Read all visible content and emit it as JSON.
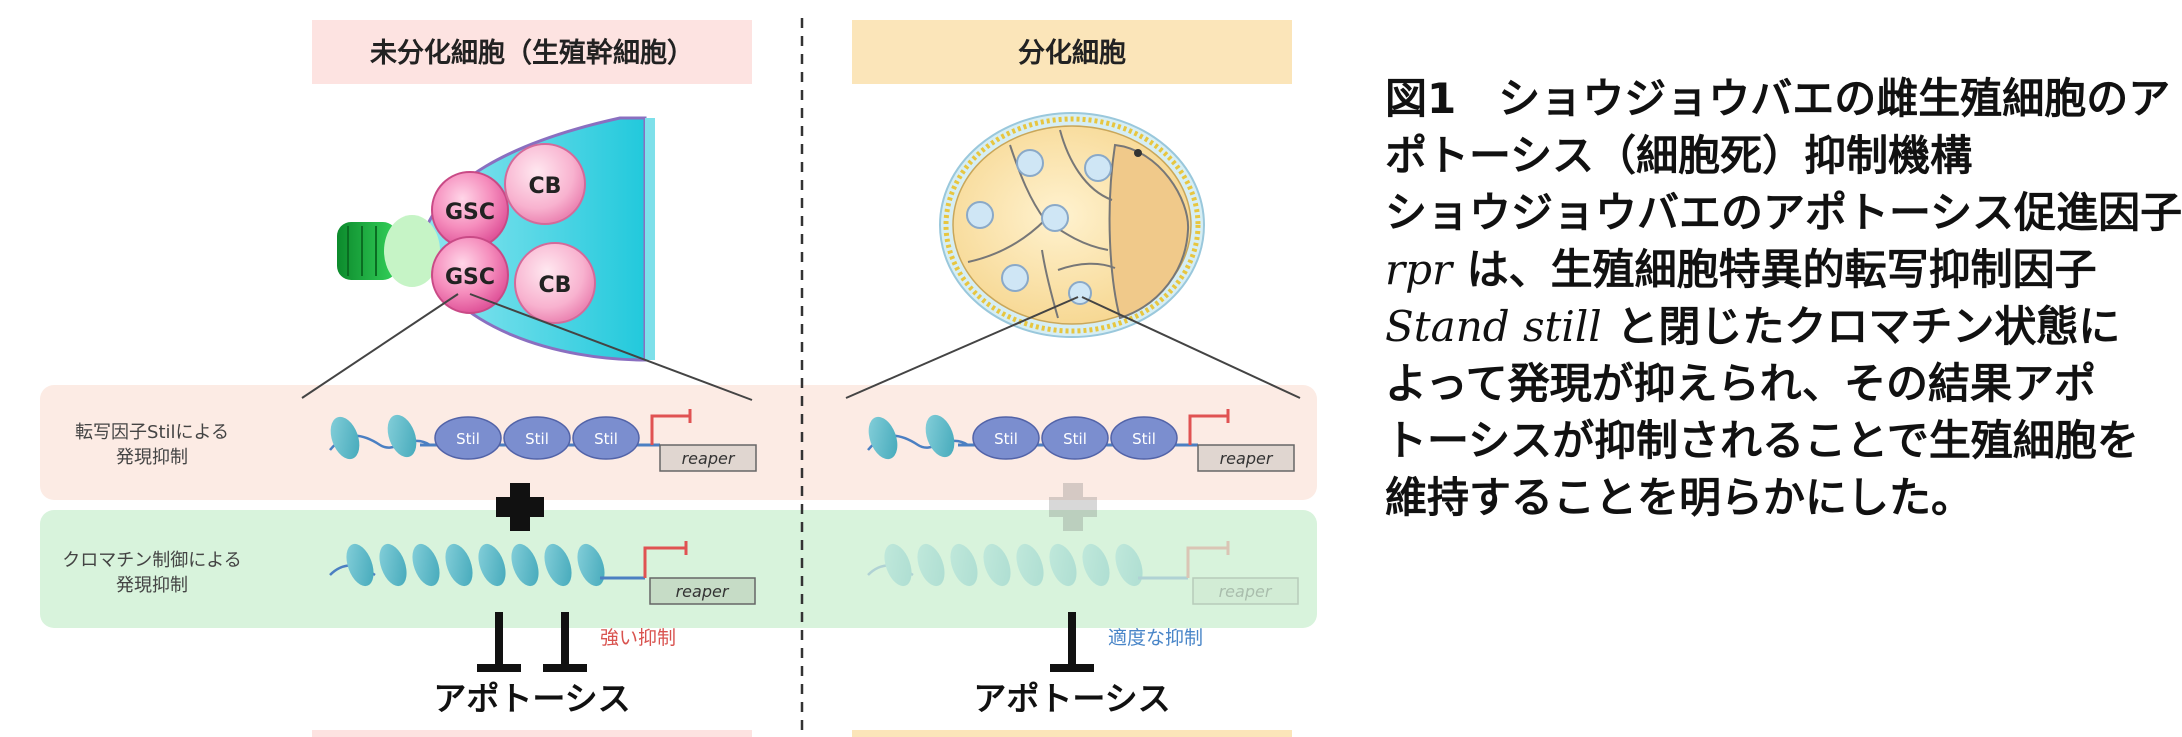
{
  "headers": {
    "left": "未分化細胞（生殖幹細胞）",
    "right": "分化細胞"
  },
  "cells": {
    "gsc_label": "GSC",
    "cb_label": "CB"
  },
  "rows": {
    "stil_label": [
      "転写因子Stilによる",
      "発現抑制"
    ],
    "chromatin_label": [
      "クロマチン制御による",
      "発現抑制"
    ],
    "stil_protein": "Stil",
    "gene": "reaper"
  },
  "outcomes": {
    "left_strength": "強い抑制",
    "right_strength": "適度な抑制",
    "apoptosis": "アポトーシス"
  },
  "caption": {
    "title": "図1　ショウジョウバエの雌生殖細胞のア",
    "title2": "ポトーシス（細胞死）抑制機構",
    "body1": "ショウジョウバエのアポトーシス促進因子",
    "body2_gene": "rpr",
    "body2_rest": " は、生殖細胞特異的転写抑制因子",
    "body3_gene": "Stand still",
    "body3_rest": " と閉じたクロマチン状態に",
    "body4": "よって発現が抑えられ、その結果アポ",
    "body5": "トーシスが抑制されることで生殖細胞を",
    "body6": "維持することを明らかにした。"
  },
  "colors": {
    "header_left": "#fde3e1",
    "header_right": "#fbe5b9",
    "stil_row": "#fcebe4",
    "chromatin_row": "#d8f3dc",
    "stil_protein": "#7b8ecf",
    "strong_text": "#d9534f",
    "moderate_text": "#4a86c8",
    "gsc": "#f06fa8",
    "niche": "#21b84a"
  }
}
